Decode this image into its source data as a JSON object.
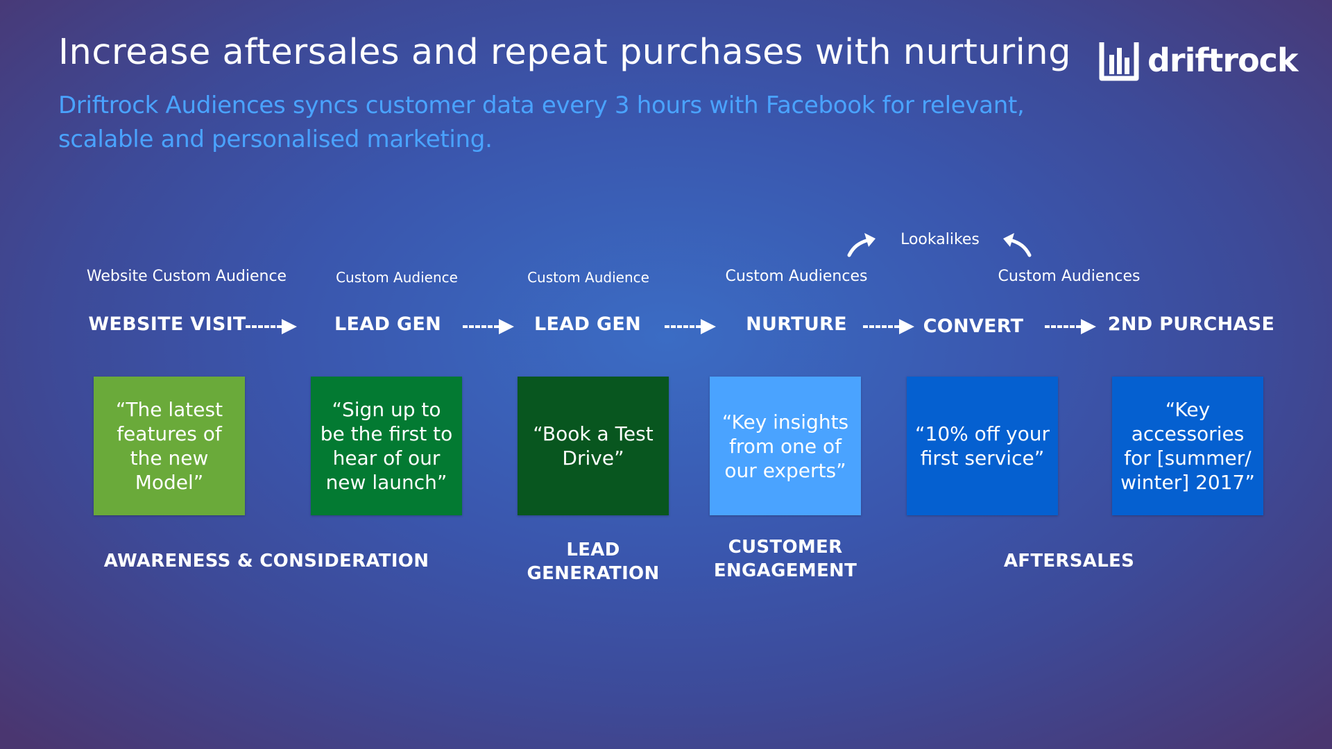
{
  "header": {
    "title": "Increase aftersales and repeat purchases with nurturing",
    "subtitle": "Driftrock Audiences syncs customer data every 3 hours with Facebook for relevant, scalable and personalised marketing."
  },
  "logo": {
    "text": "driftrock"
  },
  "lookalikes": "Lookalikes",
  "audiences": [
    "Website Custom Audience",
    "Custom Audience",
    "Custom Audience",
    "Custom Audiences",
    "Custom Audiences"
  ],
  "stages": [
    "WEBSITE VISIT",
    "LEAD GEN",
    "LEAD GEN",
    "NURTURE",
    "CONVERT",
    "2ND PURCHASE"
  ],
  "cards": [
    {
      "text": "“The latest features of the new Model”",
      "color": "#6aaa3a"
    },
    {
      "text": "“Sign up to be the first to hear of our new launch”",
      "color": "#037a32"
    },
    {
      "text": "“Book a Test Drive”",
      "color": "#08561f"
    },
    {
      "text": "“Key insights from one of our experts”",
      "color": "#4aa3ff"
    },
    {
      "text": "“10% off your first service”",
      "color": "#0560d0"
    },
    {
      "text": "“Key accessories for [summer/ winter] 2017”",
      "color": "#0560d0"
    }
  ],
  "categories": [
    "AWARENESS & CONSIDERATION",
    "LEAD\nGENERATION",
    "CUSTOMER\nENGAGEMENT",
    "AFTERSALES"
  ]
}
